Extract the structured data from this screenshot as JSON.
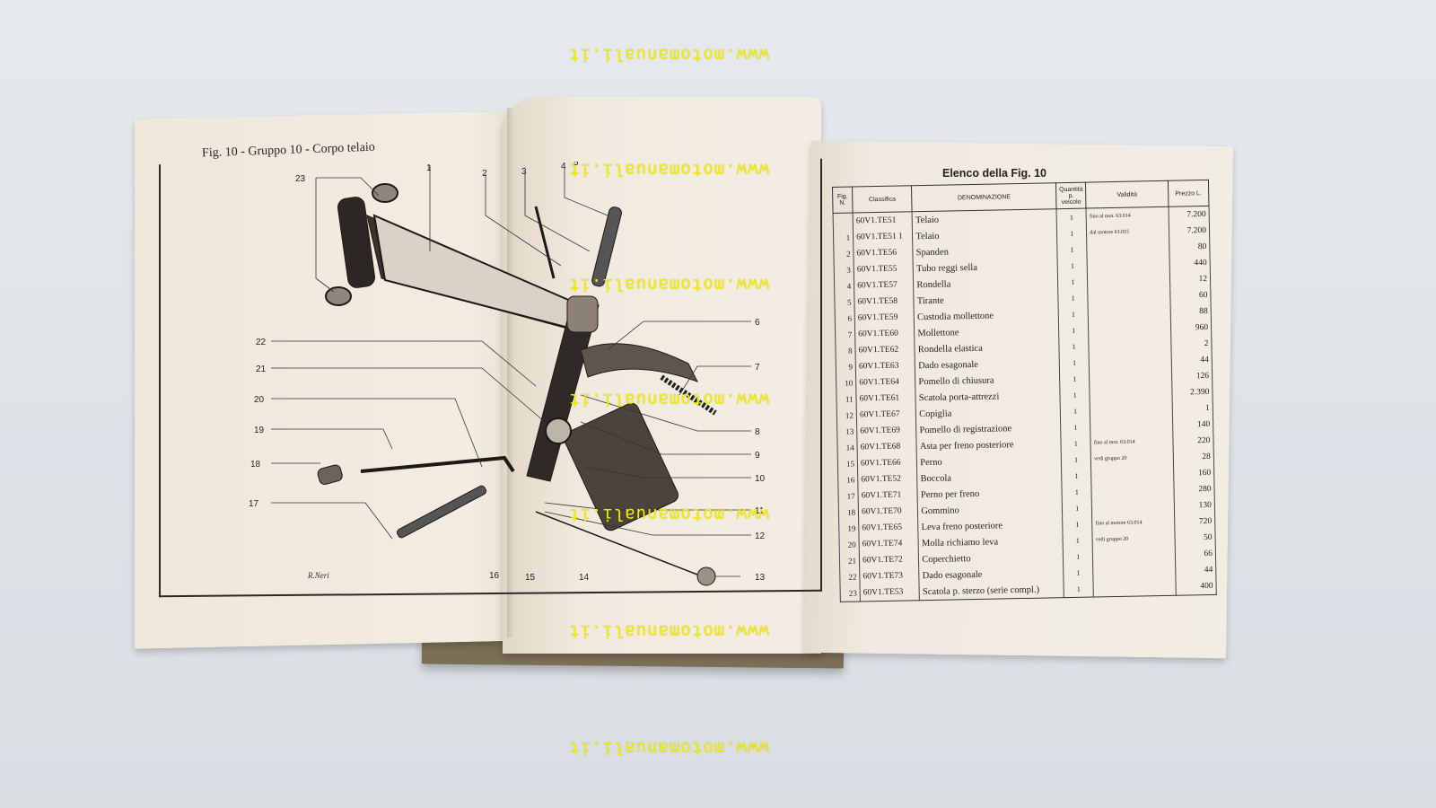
{
  "watermark": "www.motomanuali.it",
  "left_page": {
    "caption": "Fig. 10 - Gruppo 10 - Corpo telaio",
    "signature": "R.Neri",
    "callouts": [
      "1",
      "2",
      "3",
      "4",
      "5",
      "6",
      "7",
      "8",
      "9",
      "10",
      "11",
      "12",
      "13",
      "14",
      "15",
      "16",
      "17",
      "18",
      "19",
      "20",
      "21",
      "22",
      "23"
    ]
  },
  "right_page": {
    "title": "Elenco della Fig. 10",
    "headers": {
      "fig": "Fig. N.",
      "classifica": "Classifica",
      "denominazione": "DENOMINAZIONE",
      "quantita": "Quantità p. veicolo",
      "validita": "Validità",
      "prezzo": "Prezzo L."
    },
    "rows": [
      {
        "n": "",
        "code": "60V1.TE51",
        "name": "Telaio",
        "qty": "1",
        "validity": "fino al mot. 63.014",
        "price": "7.200"
      },
      {
        "n": "1",
        "code": "60V1.TE51 1",
        "name": "Telaio",
        "qty": "1",
        "validity": "dal motore 63.015",
        "price": "7.200"
      },
      {
        "n": "2",
        "code": "60V1.TE56",
        "name": "Spanden",
        "qty": "1",
        "validity": "",
        "price": "80"
      },
      {
        "n": "3",
        "code": "60V1.TE55",
        "name": "Tubo reggi sella",
        "qty": "1",
        "validity": "",
        "price": "440"
      },
      {
        "n": "4",
        "code": "60V1.TE57",
        "name": "Rondella",
        "qty": "1",
        "validity": "",
        "price": "12"
      },
      {
        "n": "5",
        "code": "60V1.TE58",
        "name": "Tirante",
        "qty": "1",
        "validity": "",
        "price": "60"
      },
      {
        "n": "6",
        "code": "60V1.TE59",
        "name": "Custodia mollettone",
        "qty": "1",
        "validity": "",
        "price": "88"
      },
      {
        "n": "7",
        "code": "60V1.TE60",
        "name": "Mollettone",
        "qty": "1",
        "validity": "",
        "price": "960"
      },
      {
        "n": "8",
        "code": "60V1.TE62",
        "name": "Rondella elastica",
        "qty": "1",
        "validity": "",
        "price": "2"
      },
      {
        "n": "9",
        "code": "60V1.TE63",
        "name": "Dado esagonale",
        "qty": "1",
        "validity": "",
        "price": "44"
      },
      {
        "n": "10",
        "code": "60V1.TE64",
        "name": "Pomello di chiusura",
        "qty": "1",
        "validity": "",
        "price": "126"
      },
      {
        "n": "11",
        "code": "60V1.TE61",
        "name": "Scatola porta-attrezzi",
        "qty": "1",
        "validity": "",
        "price": "2.390"
      },
      {
        "n": "12",
        "code": "60V1.TE67",
        "name": "Copiglia",
        "qty": "1",
        "validity": "",
        "price": "1"
      },
      {
        "n": "13",
        "code": "60V1.TE69",
        "name": "Pomello di registrazione",
        "qty": "1",
        "validity": "",
        "price": "140"
      },
      {
        "n": "14",
        "code": "60V1.TE68",
        "name": "Asta per freno posteriore",
        "qty": "1",
        "validity": "fino al mot. 63.014",
        "price": "220"
      },
      {
        "n": "15",
        "code": "60V1.TE66",
        "name": "Perno",
        "qty": "1",
        "validity": "vedi gruppo 20",
        "price": "28"
      },
      {
        "n": "16",
        "code": "60V1.TE52",
        "name": "Boccola",
        "qty": "1",
        "validity": "",
        "price": "160"
      },
      {
        "n": "17",
        "code": "60V1.TE71",
        "name": "Perno per freno",
        "qty": "1",
        "validity": "",
        "price": "280"
      },
      {
        "n": "18",
        "code": "60V1.TE70",
        "name": "Gommino",
        "qty": "1",
        "validity": "",
        "price": "130"
      },
      {
        "n": "19",
        "code": "60V1.TE65",
        "name": "Leva freno posteriore",
        "qty": "1",
        "validity": "fino al motore 63.014",
        "price": "720"
      },
      {
        "n": "20",
        "code": "60V1.TE74",
        "name": "Molla richiamo leva",
        "qty": "1",
        "validity": "vedi gruppo 20",
        "price": "50"
      },
      {
        "n": "21",
        "code": "60V1.TE72",
        "name": "Coperchietto",
        "qty": "1",
        "validity": "",
        "price": "66"
      },
      {
        "n": "22",
        "code": "60V1.TE73",
        "name": "Dado esagonale",
        "qty": "1",
        "validity": "",
        "price": "44"
      },
      {
        "n": "23",
        "code": "60V1.TE53",
        "name": "Scatola p. sterzo (serie compl.)",
        "qty": "1",
        "validity": "",
        "price": "400"
      }
    ]
  }
}
